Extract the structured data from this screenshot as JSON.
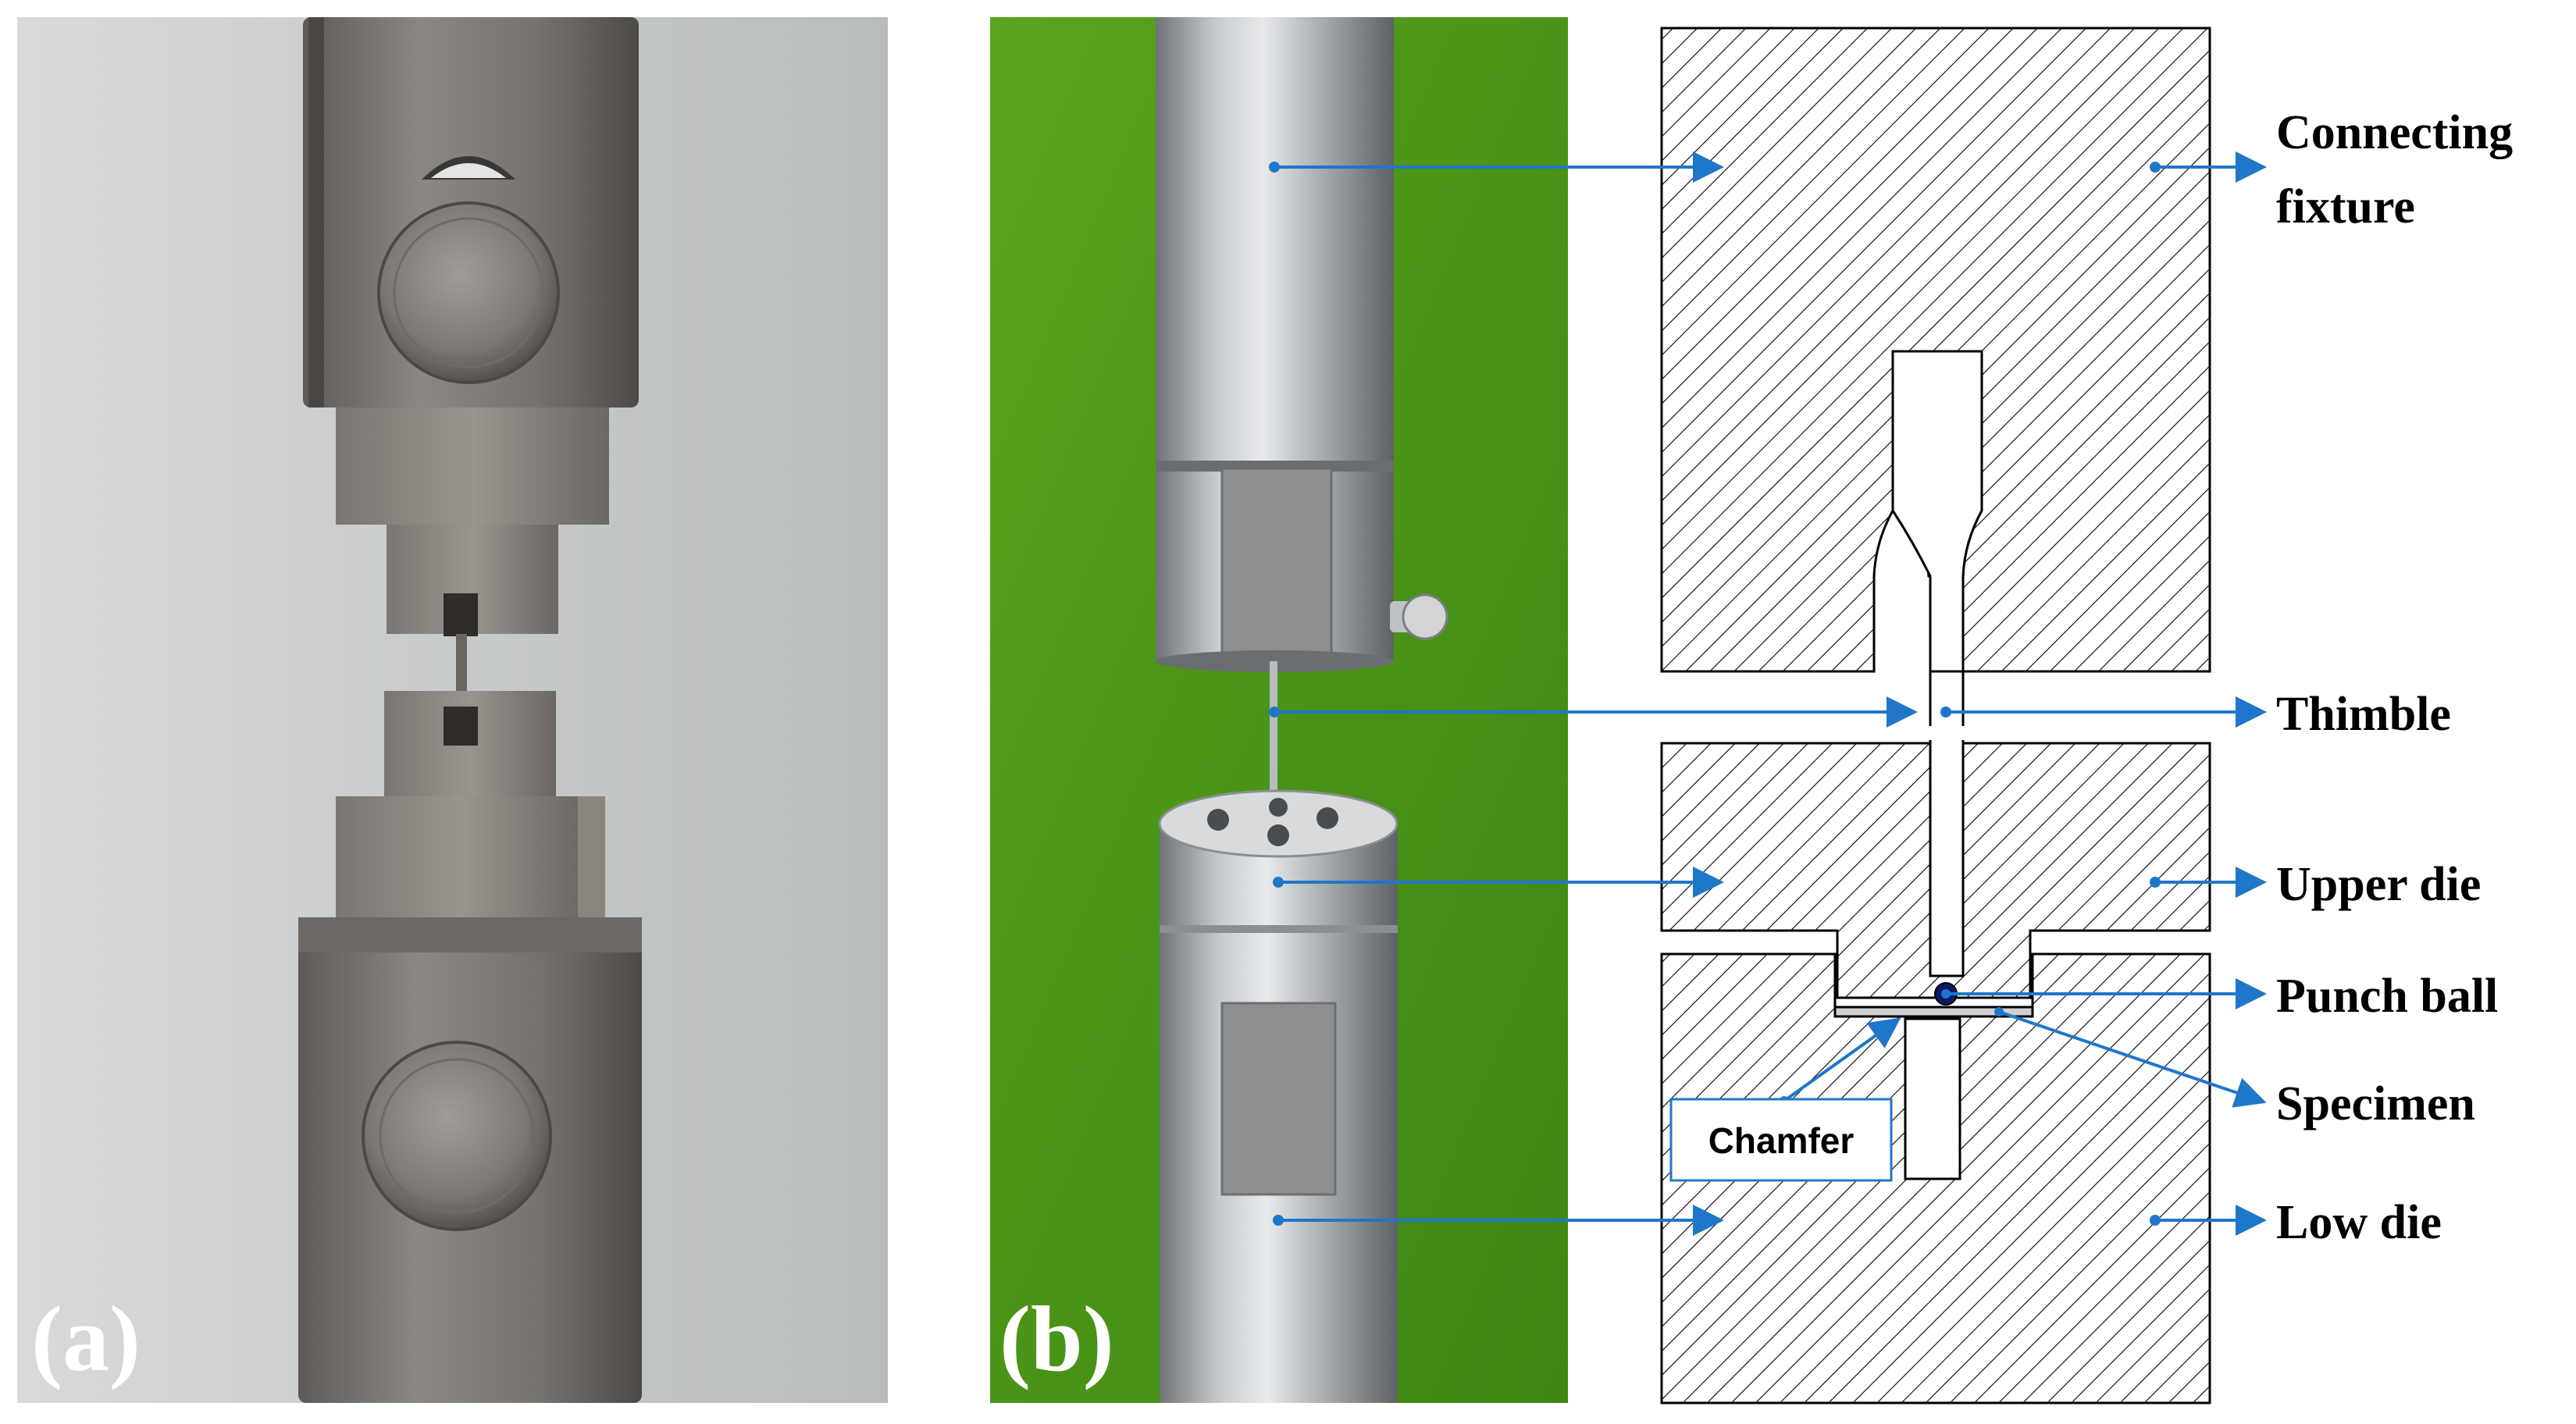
{
  "panels": {
    "a": "(a)",
    "b": "(b)"
  },
  "labels": {
    "connecting_fixture_line1": "Connecting",
    "connecting_fixture_line2": "fixture",
    "thimble": "Thimble",
    "upper_die": "Upper die",
    "punch_ball": "Punch ball",
    "specimen": "Specimen",
    "low_die": "Low die",
    "chamfer": "Chamfer"
  },
  "colors": {
    "arrow": "#1f77c9",
    "photo_a_background": "#c9ccca",
    "photo_b_background": "#4f9a1a",
    "metal": "#a9adb1",
    "steel_dark": "#7c7773",
    "hatch": "#000000"
  }
}
